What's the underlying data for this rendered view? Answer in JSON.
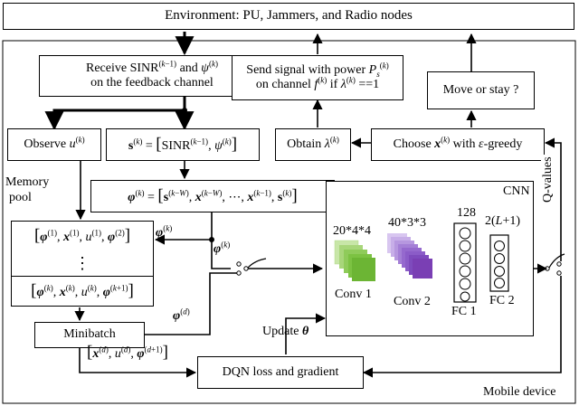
{
  "environment": "Environment: PU,  Jammers, and Radio nodes",
  "mobile_device": "Mobile device",
  "memory_pool": {
    "line1": "Memory",
    "line2": "pool"
  },
  "cnn": {
    "title": "CNN",
    "conv1": {
      "size": "20*4*4",
      "label": "Conv 1"
    },
    "conv2": {
      "size": "40*3*3",
      "label": "Conv 2"
    },
    "fc1": {
      "size": "128",
      "label": "FC 1"
    },
    "fc2": {
      "size": "2(L+1)",
      "label": "FC 2"
    },
    "colors": {
      "conv1": "#7cc242",
      "conv2": "#8b5cc8"
    }
  },
  "q_values": "Q-values",
  "boxes": {
    "receive_l1": "Receive SINR",
    "receive_l2": "on the feedback channel",
    "send_l1": "Send signal with power",
    "send_l2": "on channel",
    "move": "Move or stay ?",
    "observe": "Observe",
    "obtain": "Obtain",
    "choose_a": "Choose",
    "choose_b": "with",
    "choose_c": "-greedy",
    "ellipsis": "⋮",
    "minibatch": "Minibatch",
    "dqn_loss": "DQN loss and gradient"
  },
  "update_theta": "Update"
}
